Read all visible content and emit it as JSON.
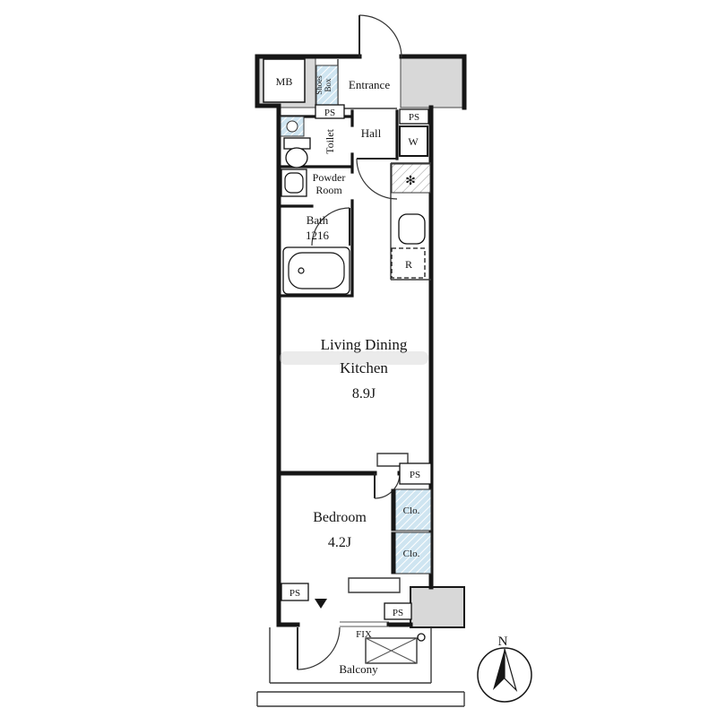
{
  "colors": {
    "wall": "#161616",
    "gray_area": "#d8d8d8",
    "fixture_blue": "#cfe5f1",
    "hatch_stripe": "#ffffff",
    "background": "#ffffff"
  },
  "icons": {
    "stove_burner": "✻"
  },
  "plan": {
    "meter_box": "MB",
    "shoes_box": {
      "line1": "Shoes",
      "line2": "Box"
    },
    "entrance": "Entrance",
    "pipe_spaces": {
      "entrance": "PS",
      "top_right": "PS",
      "mid_right": "PS",
      "bottom_left": "PS",
      "bottom_right": "PS"
    },
    "toilet": "Toilet",
    "hall": "Hall",
    "washer": "W",
    "powder_room": {
      "line1": "Powder",
      "line2": "Room"
    },
    "bath": {
      "line1": "Bath",
      "line2": "1216"
    },
    "refrigerator": "R",
    "ldk": {
      "line1": "Living Dining",
      "line2": "Kitchen",
      "size": "8.9J"
    },
    "bedroom": {
      "name": "Bedroom",
      "size": "4.2J"
    },
    "closets": {
      "top": "Clo.",
      "bottom": "Clo."
    },
    "window_fix": "FIX",
    "balcony": "Balcony",
    "compass": {
      "north": "N"
    }
  }
}
